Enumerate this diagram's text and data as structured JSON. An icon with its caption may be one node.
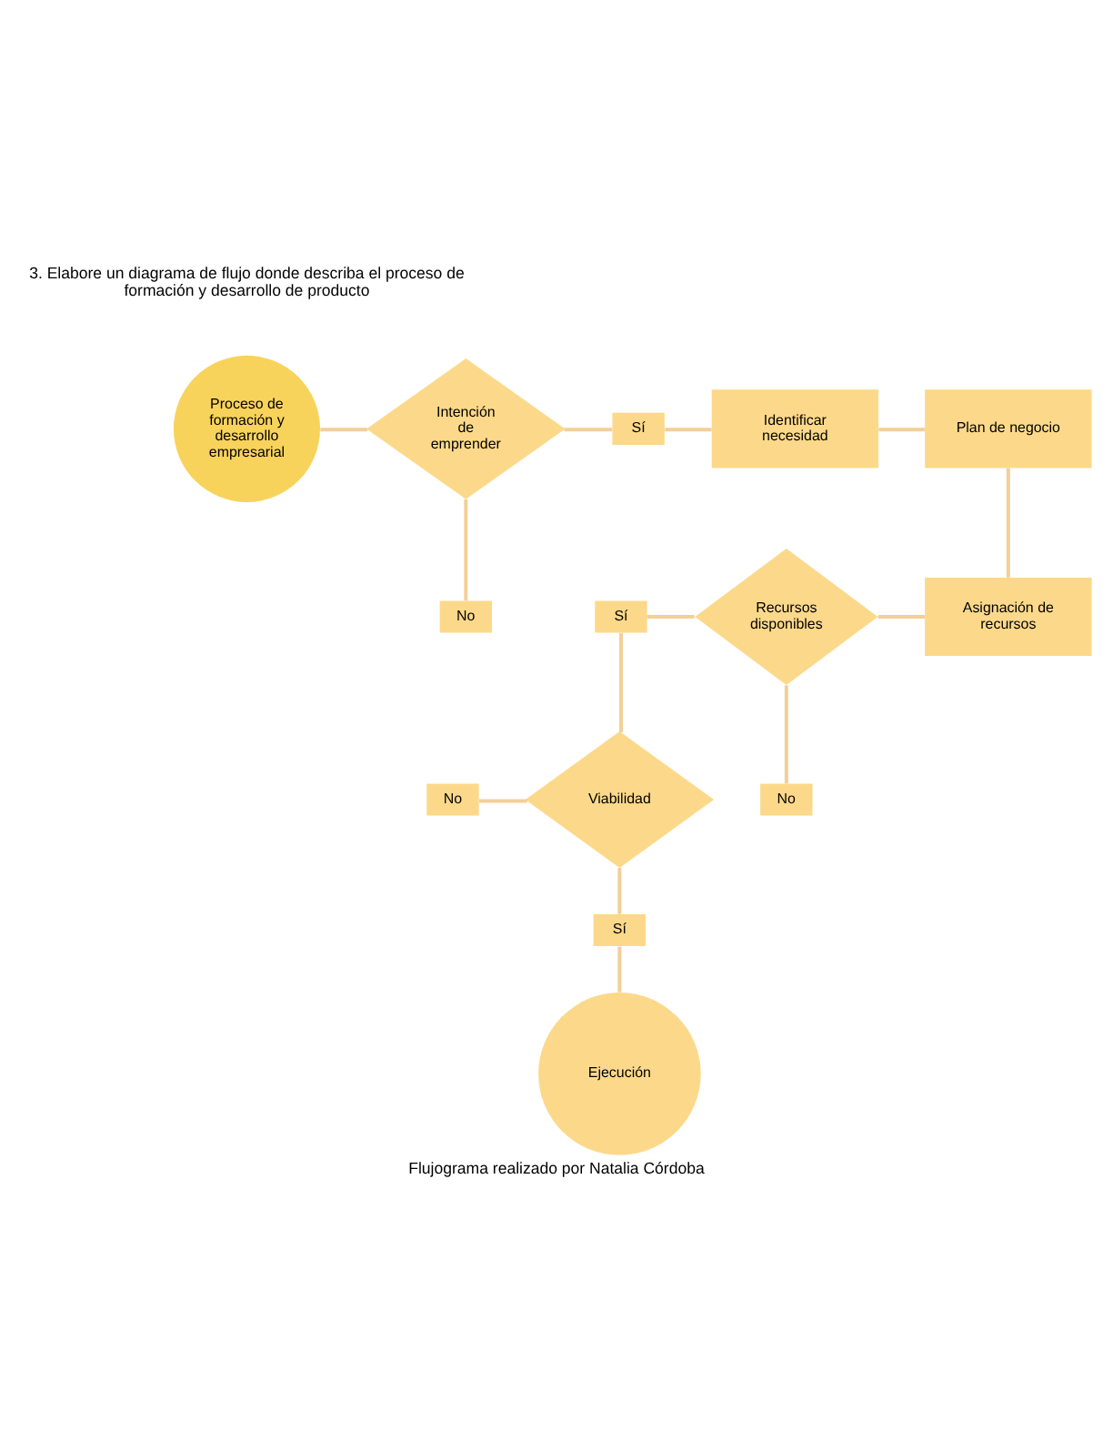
{
  "diagram": {
    "title": "3. Elabore un diagrama de flujo donde describa el proceso de formación y desarrollo de producto",
    "caption": "Flujograma realizado por Natalia Córdoba",
    "nodes": [
      {
        "text": [
          "Proceso de formación y desarrollo empresarial"
        ]
      },
      {
        "text": [
          "Intención de emprender"
        ]
      },
      {
        "text": [
          "Sí"
        ]
      },
      {
        "text": [
          "No"
        ]
      },
      {
        "text": [
          "Identificar necesidad"
        ]
      },
      {
        "text": [
          "Plan de negocio"
        ]
      },
      {
        "text": [
          "Asignación de recursos"
        ]
      },
      {
        "text": [
          "Recursos disponibles"
        ]
      },
      {
        "text": [
          "Sí"
        ]
      },
      {
        "text": [
          "No"
        ]
      },
      {
        "text": [
          "Viabilidad"
        ]
      },
      {
        "text": [
          "No"
        ]
      },
      {
        "text": [
          "Sí"
        ]
      },
      {
        "text": [
          "Ejecución"
        ]
      }
    ],
    "edges": [
      {
        "from": 0,
        "to": 1,
        "arrow": "none"
      },
      {
        "from": 1,
        "to": 2,
        "arrow": "none"
      },
      {
        "from": 2,
        "to": 4,
        "arrow": "none"
      },
      {
        "from": 4,
        "to": 5,
        "arrow": "none"
      },
      {
        "from": 1,
        "to": 3,
        "arrow": "none"
      },
      {
        "from": 5,
        "to": 6,
        "arrow": "none"
      },
      {
        "from": 7,
        "to": 6,
        "arrow": "none"
      },
      {
        "from": 8,
        "to": 7,
        "arrow": "none"
      },
      {
        "from": 7,
        "to": 9,
        "arrow": "none"
      },
      {
        "from": 8,
        "to": 10,
        "arrow": "none"
      },
      {
        "from": 11,
        "to": 10,
        "arrow": "none"
      },
      {
        "from": 10,
        "to": 12,
        "arrow": "none"
      },
      {
        "from": 12,
        "to": 13,
        "arrow": "none"
      }
    ]
  }
}
